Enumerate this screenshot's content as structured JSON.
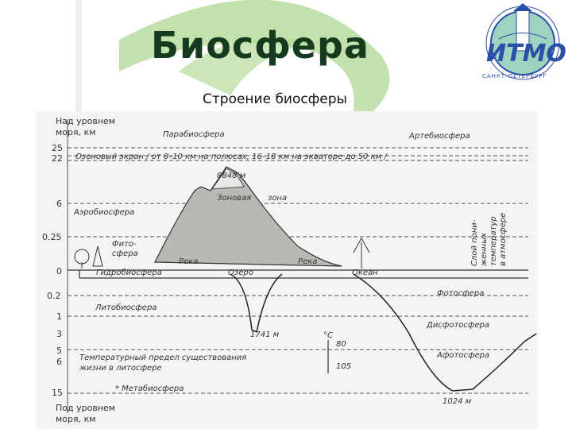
{
  "slide": {
    "title": "Биосфера",
    "subtitle": "Строение биосферы"
  },
  "logo": {
    "name": "ИТМО",
    "city": "САНКТ-ПЕТЕРБУРГ"
  },
  "diagram": {
    "top_axis_label_1": "Над уровнем",
    "top_axis_label_2": "моря, км",
    "bottom_axis_label_1": "Под уровнем",
    "bottom_axis_label_2": "моря, км",
    "ticks": [
      "25",
      "22",
      "6",
      "0.25",
      "0",
      "0.2",
      "1",
      "3",
      "5",
      "6",
      "15"
    ],
    "layers": {
      "parabiosphere": "Парабиосфера",
      "artebiosphere": "Артебиосфера",
      "ozone": "Озоновый экран / от 8–10 км на полюсах, 16–18 км на экваторе до 50 км /",
      "aerobiosphere": "Аэробиосфера",
      "phytosphere_1": "Фито-",
      "phytosphere_2": "сфера",
      "hydrobiosphere": "Гидробиосфера",
      "lithobiosphere": "Литобиосфера",
      "photosphere": "Фотосфера",
      "disphotosphere": "Дисфотосфера",
      "aphotosphere": "Афотосфера",
      "metabiosphere": "* Метабиосфера",
      "snow_zone_1": "Зоновая",
      "snow_zone_2": "зона"
    },
    "labels": {
      "everest": "8848 м",
      "river_left": "Река",
      "river_right": "Река",
      "lake": "Озеро",
      "ocean": "Океан",
      "lake_depth": "1741 м",
      "ocean_depth": "1024 м",
      "celsius": "°C",
      "temp_80": "80",
      "temp_105": "105",
      "temp_limit_1": "Температурный предел существования",
      "temp_limit_2": "жизни в литосфере",
      "side_1": "Слой пони-",
      "side_2": "женных",
      "side_3": "температур",
      "side_4": "в атмосфере"
    }
  }
}
